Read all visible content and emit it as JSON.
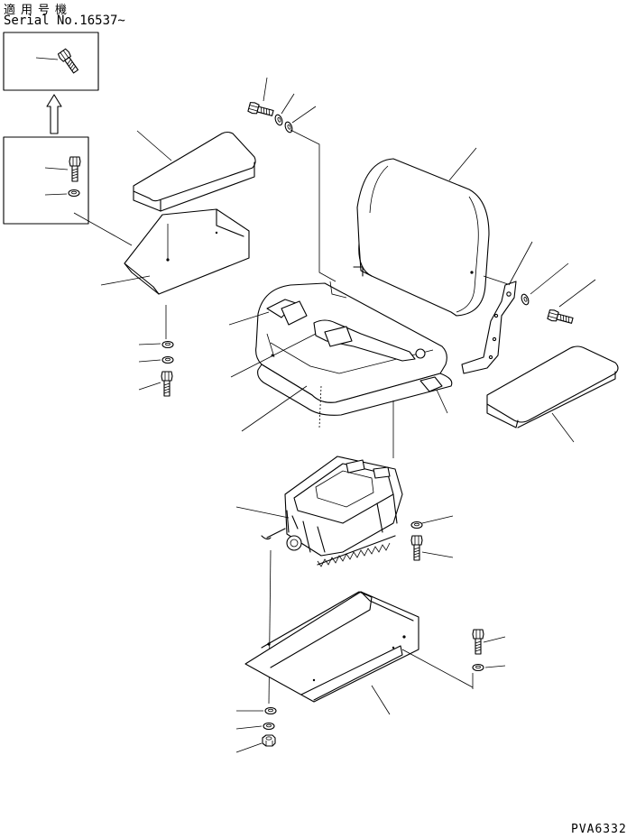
{
  "header": {
    "applicable_label": "適用号機",
    "serial": "Serial No.16537~"
  },
  "footer": {
    "drawing_code": "PVA6332"
  },
  "icons": [
    "bolt-icon",
    "washer-icon",
    "nut-icon",
    "arrow-up-icon"
  ],
  "colors": {
    "line": "#000000",
    "background": "#ffffff"
  }
}
